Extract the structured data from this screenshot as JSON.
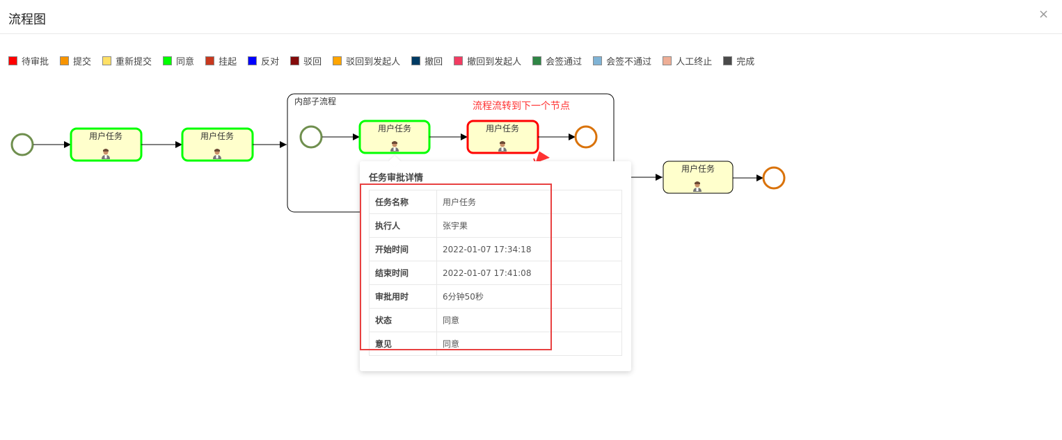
{
  "header": {
    "title": "流程图",
    "close": "×"
  },
  "legend": [
    {
      "label": "待审批",
      "color": "#ff0000"
    },
    {
      "label": "提交",
      "color": "#f79400"
    },
    {
      "label": "重新提交",
      "color": "#ffe066"
    },
    {
      "label": "同意",
      "color": "#00ff00"
    },
    {
      "label": "挂起",
      "color": "#c8381e"
    },
    {
      "label": "反对",
      "color": "#0000ff"
    },
    {
      "label": "驳回",
      "color": "#840b0b"
    },
    {
      "label": "驳回到发起人",
      "color": "#ffa500"
    },
    {
      "label": "撤回",
      "color": "#003a63"
    },
    {
      "label": "撤回到发起人",
      "color": "#f23c62"
    },
    {
      "label": "会签通过",
      "color": "#2f8545"
    },
    {
      "label": "会签不通过",
      "color": "#7fb3d5"
    },
    {
      "label": "人工终止",
      "color": "#eeae96"
    },
    {
      "label": "完成",
      "color": "#4a4a4a"
    }
  ],
  "diagram": {
    "subprocess_label": "内部子流程",
    "task_label": "用户任务",
    "annotation": "流程流转到下一个节点"
  },
  "popover": {
    "title": "任务审批详情",
    "rows": [
      {
        "key": "任务名称",
        "value": "用户任务"
      },
      {
        "key": "执行人",
        "value": "张宇果"
      },
      {
        "key": "开始时间",
        "value": "2022-01-07 17:34:18"
      },
      {
        "key": "结束时间",
        "value": "2022-01-07 17:41:08"
      },
      {
        "key": "审批用时",
        "value": "6分钟50秒"
      },
      {
        "key": "状态",
        "value": "同意"
      },
      {
        "key": "意见",
        "value": "同意"
      }
    ]
  }
}
